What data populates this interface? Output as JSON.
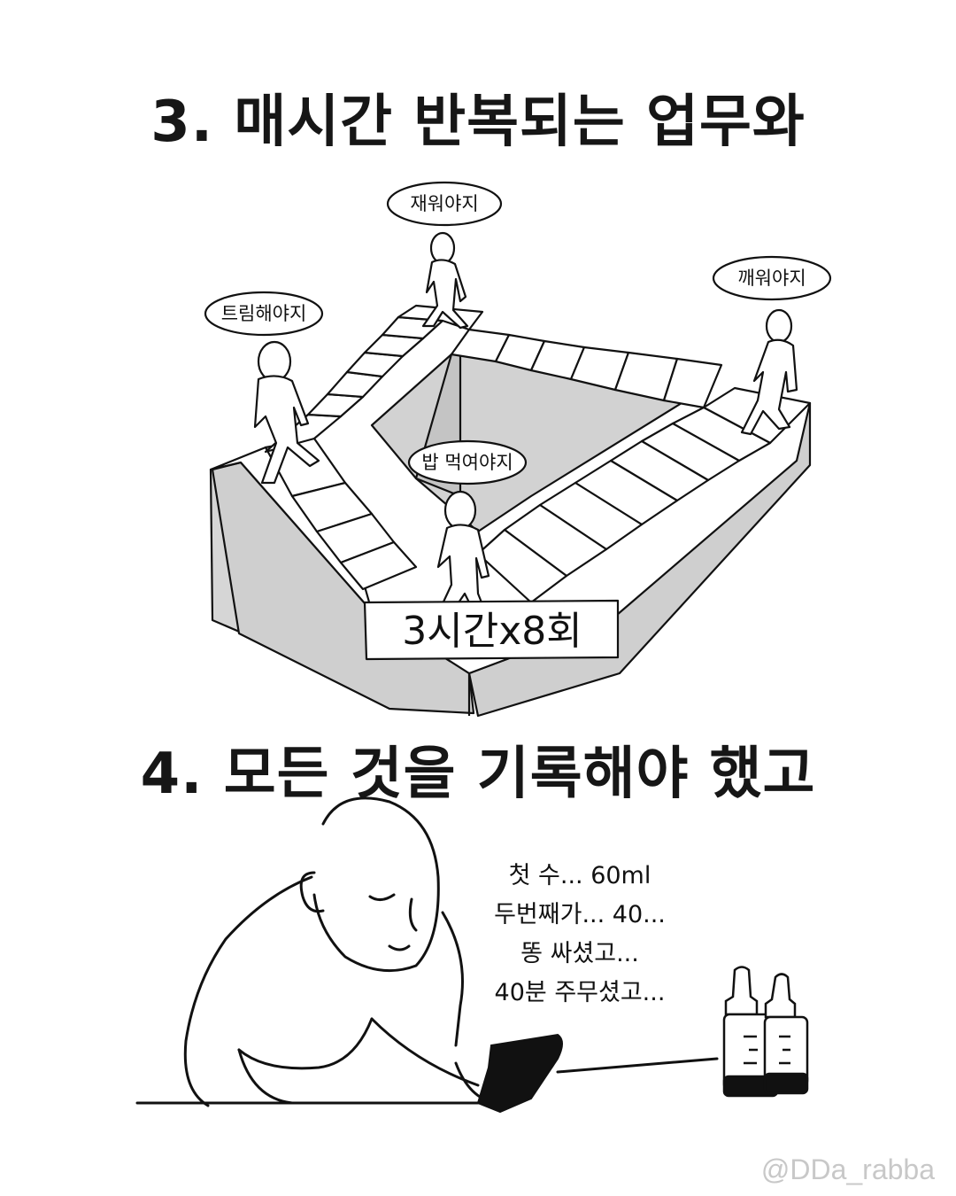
{
  "panel1": {
    "heading": "3. 매시간 반복되는 업무와",
    "bubbles": {
      "top": "재워야지",
      "left": "트림해야지",
      "right": "깨워야지",
      "center": "밥 먹여야지"
    },
    "sign": "3시간x8회"
  },
  "panel2": {
    "heading": "4. 모든 것을 기록해야 했고",
    "speech": [
      "첫 수... 60ml",
      "두번째가... 40...",
      "똥 싸셨고...",
      "40분 주무셨고..."
    ]
  },
  "watermark": "@DDa_rabba"
}
